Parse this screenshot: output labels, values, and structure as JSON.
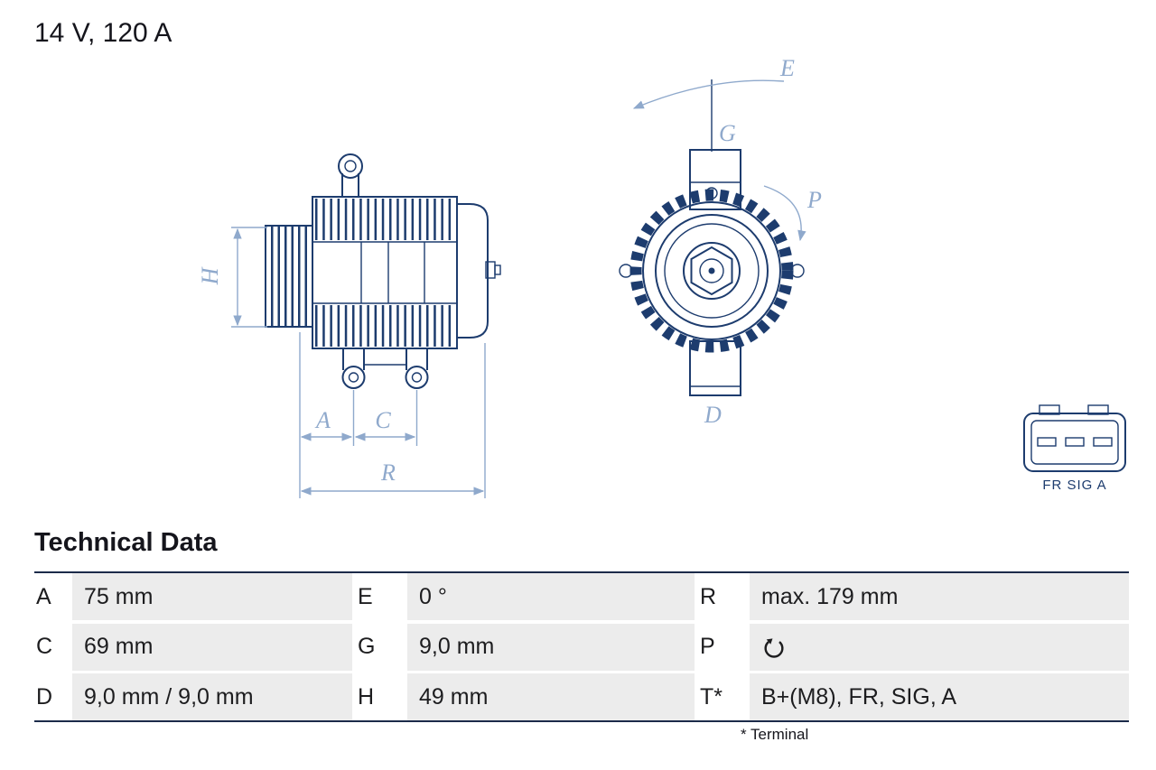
{
  "header": {
    "rating": "14 V, 120 A"
  },
  "diagram": {
    "labels": {
      "H": "H",
      "A": "A",
      "C": "C",
      "R": "R",
      "E": "E",
      "G": "G",
      "P": "P",
      "D": "D"
    },
    "connector_label": "FR SIG A",
    "icons": {
      "rotation": "rotation-cw-icon"
    }
  },
  "technical_data": {
    "title": "Technical Data",
    "rows": [
      {
        "cells": [
          {
            "key": "A",
            "value": "75 mm"
          },
          {
            "key": "E",
            "value": "0 °"
          },
          {
            "key": "R",
            "value": "max. 179 mm"
          }
        ]
      },
      {
        "cells": [
          {
            "key": "C",
            "value": "69 mm"
          },
          {
            "key": "G",
            "value": "9,0 mm"
          },
          {
            "key": "P",
            "value": "",
            "icon": "rotation-cw-icon"
          }
        ]
      },
      {
        "cells": [
          {
            "key": "D",
            "value": "9,0 mm / 9,0 mm"
          },
          {
            "key": "H",
            "value": "49 mm"
          },
          {
            "key": "T*",
            "value": "B+(M8), FR, SIG, A"
          }
        ]
      }
    ],
    "footnote": "* Terminal"
  }
}
